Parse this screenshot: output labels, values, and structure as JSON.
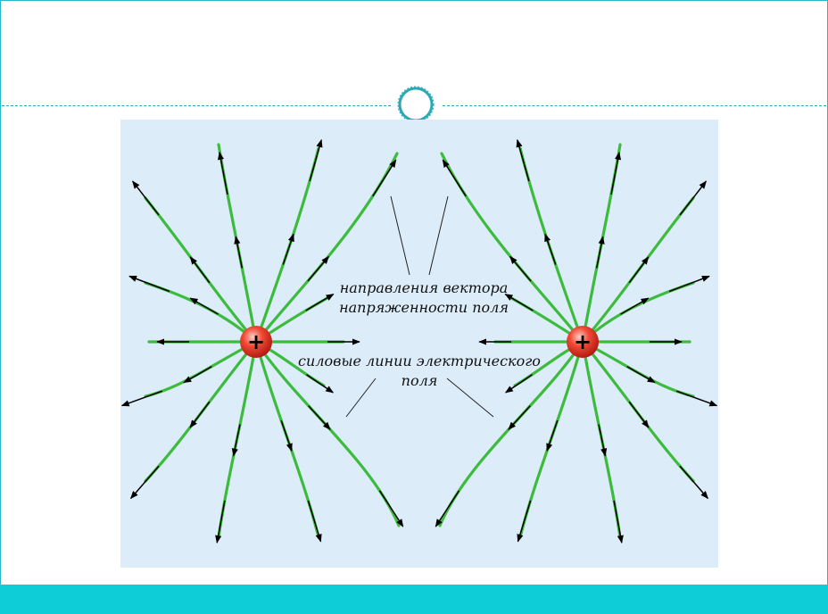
{
  "figure": {
    "labels": {
      "vector_line1": "направления вектора",
      "vector_line2": "напряженности поля",
      "lines_line1": "силовые линии электрического",
      "lines_line2": "поля"
    },
    "charges": [
      {
        "sign": "+"
      },
      {
        "sign": "+"
      }
    ]
  },
  "colors": {
    "frame": "#23b8c4",
    "bottom_bar": "#0fcdd6",
    "figure_background": "#dcecf9",
    "field_line": "#3cbb3c",
    "vector": "#000000",
    "charge": "#e8322a"
  }
}
